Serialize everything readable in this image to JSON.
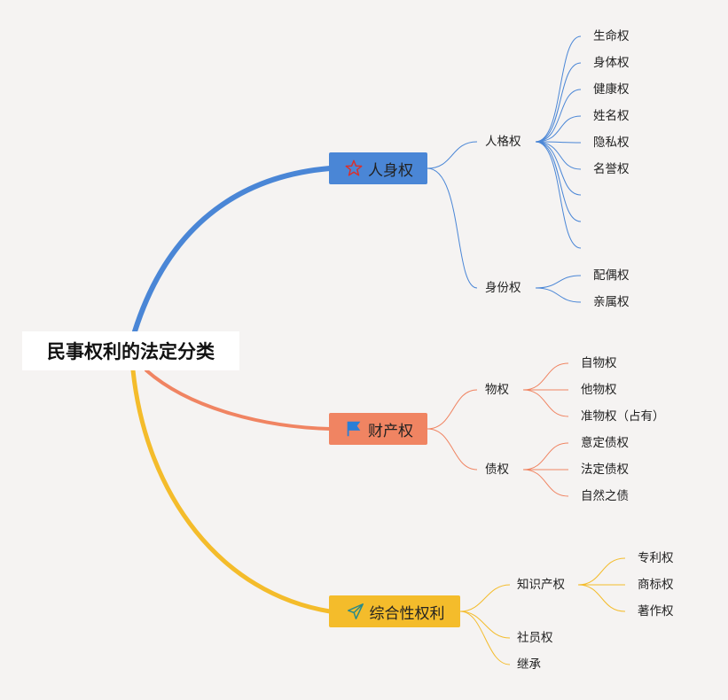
{
  "root": {
    "label": "民事权利的法定分类"
  },
  "colors": {
    "personal": "#4a86d6",
    "property": "#f08462",
    "comprehensive": "#f4bc2b",
    "background": "#f5f3f2"
  },
  "branches": {
    "personal": {
      "label": "人身权",
      "icon": "star-icon",
      "children": [
        {
          "label": "人格权",
          "children": [
            "生命权",
            "身体权",
            "健康权",
            "姓名权",
            "隐私权",
            "名誉权",
            "",
            "",
            ""
          ]
        },
        {
          "label": "身份权",
          "children": [
            "配偶权",
            "亲属权"
          ]
        }
      ]
    },
    "property": {
      "label": "财产权",
      "icon": "flag-icon",
      "children": [
        {
          "label": "物权",
          "children": [
            "自物权",
            "他物权",
            "准物权（占有）"
          ]
        },
        {
          "label": "债权",
          "children": [
            "意定债权",
            "法定债权",
            "自然之债"
          ]
        }
      ]
    },
    "comprehensive": {
      "label": "综合性权利",
      "icon": "paper-plane-icon",
      "children": [
        {
          "label": "知识产权",
          "children": [
            "专利权",
            "商标权",
            "著作权"
          ]
        },
        {
          "label": "社员权",
          "children": []
        },
        {
          "label": "继承",
          "children": []
        }
      ]
    }
  }
}
